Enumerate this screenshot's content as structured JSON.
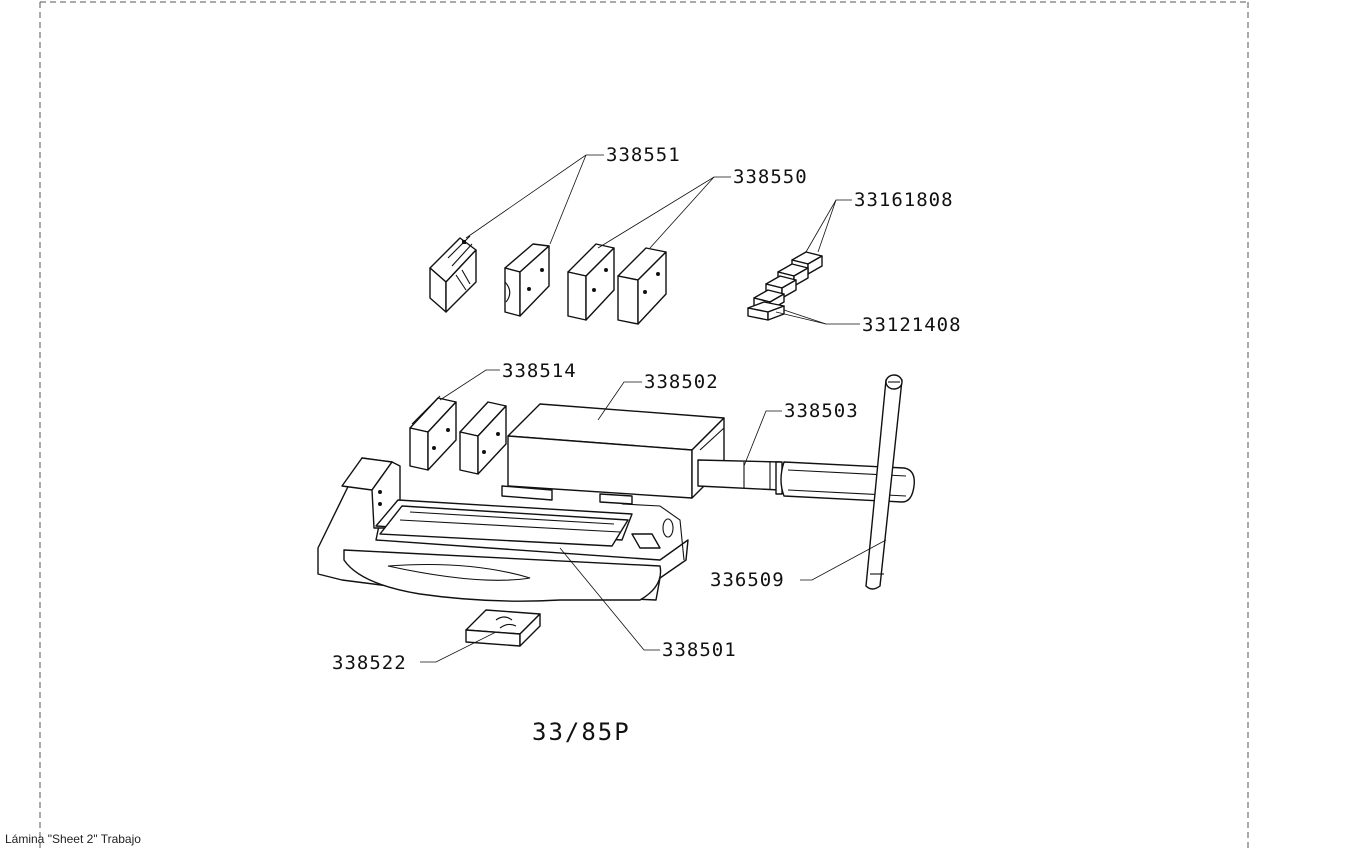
{
  "sheet": {
    "footer": "Lámina \"Sheet 2\" Trabajo",
    "model_title": "33/85P"
  },
  "parts": {
    "p338551": "338551",
    "p338550": "338550",
    "p33161808": "33161808",
    "p33121408": "33121408",
    "p338514": "338514",
    "p338502": "338502",
    "p338503": "338503",
    "p336509": "336509",
    "p338501": "338501",
    "p338522": "338522"
  }
}
